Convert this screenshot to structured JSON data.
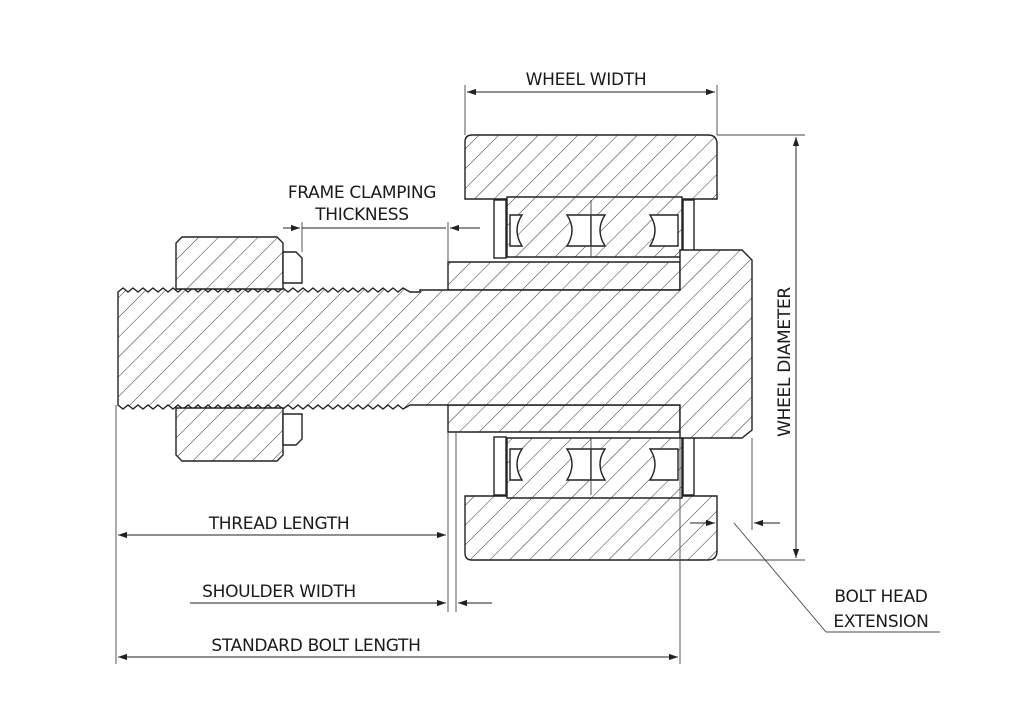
{
  "labels": {
    "wheel_width": "WHEEL WIDTH",
    "frame_clamping_line1": "FRAME CLAMPING",
    "frame_clamping_line2": "THICKNESS",
    "wheel_diameter": "WHEEL DIAMETER",
    "thread_length": "THREAD LENGTH",
    "shoulder_width": "SHOULDER WIDTH",
    "standard_bolt_length": "STANDARD BOLT LENGTH",
    "bolt_head_extension_line1": "BOLT HEAD",
    "bolt_head_extension_line2": "EXTENSION"
  },
  "colors": {
    "line": "#222222",
    "background": "#ffffff"
  }
}
